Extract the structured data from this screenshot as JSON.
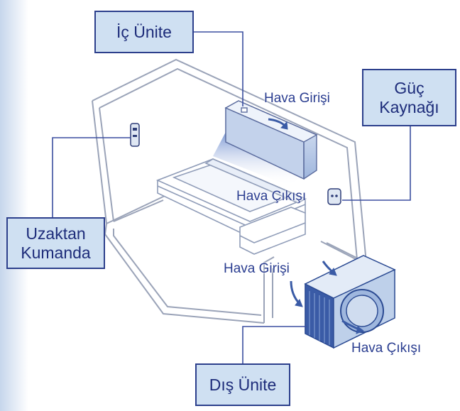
{
  "colors": {
    "line": "#3b4fa0",
    "box_fill": "#cfe0f2",
    "box_border": "#2c3f8c",
    "label_text": "#2a3d90",
    "unit_fill": "#cfdcef",
    "unit_dark": "#3a5ba6"
  },
  "labels": {
    "indoor_unit": "İç Ünite",
    "power_supply": "Güç Kaynağı",
    "remote_control": "Uzaktan Kumanda",
    "outdoor_unit": "Dış Ünite"
  },
  "annotations": {
    "air_inlet_indoor": "Hava Girişi",
    "air_outlet_indoor": "Hava Çıkışı",
    "air_inlet_outdoor": "Hava Girişi",
    "air_outlet_outdoor": "Hava Çıkışı"
  }
}
